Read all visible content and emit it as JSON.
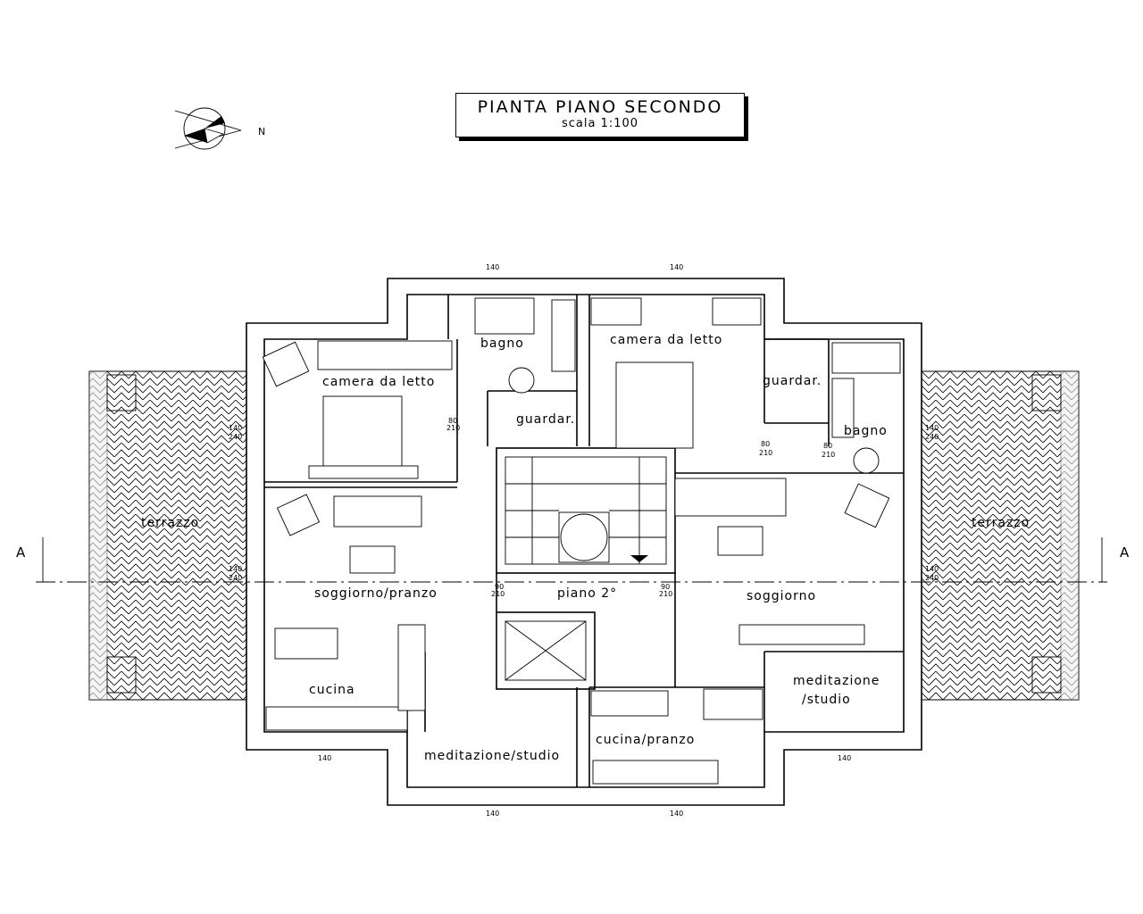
{
  "title": {
    "main": "PIANTA PIANO SECONDO",
    "scale": "scala 1:100"
  },
  "north_label": "N",
  "section_marks": {
    "left": "A",
    "right": "A"
  },
  "rooms": {
    "camera_left": "camera da letto",
    "bagno_top": "bagno",
    "guardaroba_left": "guardar.",
    "camera_right": "camera da letto",
    "guardaroba_right": "guardar.",
    "bagno_right": "bagno",
    "terrazzo_left": "terrazzo",
    "terrazzo_right": "terrazzo",
    "soggiorno_pranzo": "soggiorno/pranzo",
    "piano": "piano 2°",
    "soggiorno": "soggiorno",
    "cucina": "cucina",
    "meditazione_studio_bottom": "meditazione/studio",
    "cucina_pranzo": "cucina/pranzo",
    "meditazione_right_1": "meditazione",
    "meditazione_right_2": "/studio"
  },
  "dimensions": {
    "window_140": "140",
    "window_240": "240",
    "door_80": "80",
    "door_90": "90",
    "height_210": "210"
  }
}
